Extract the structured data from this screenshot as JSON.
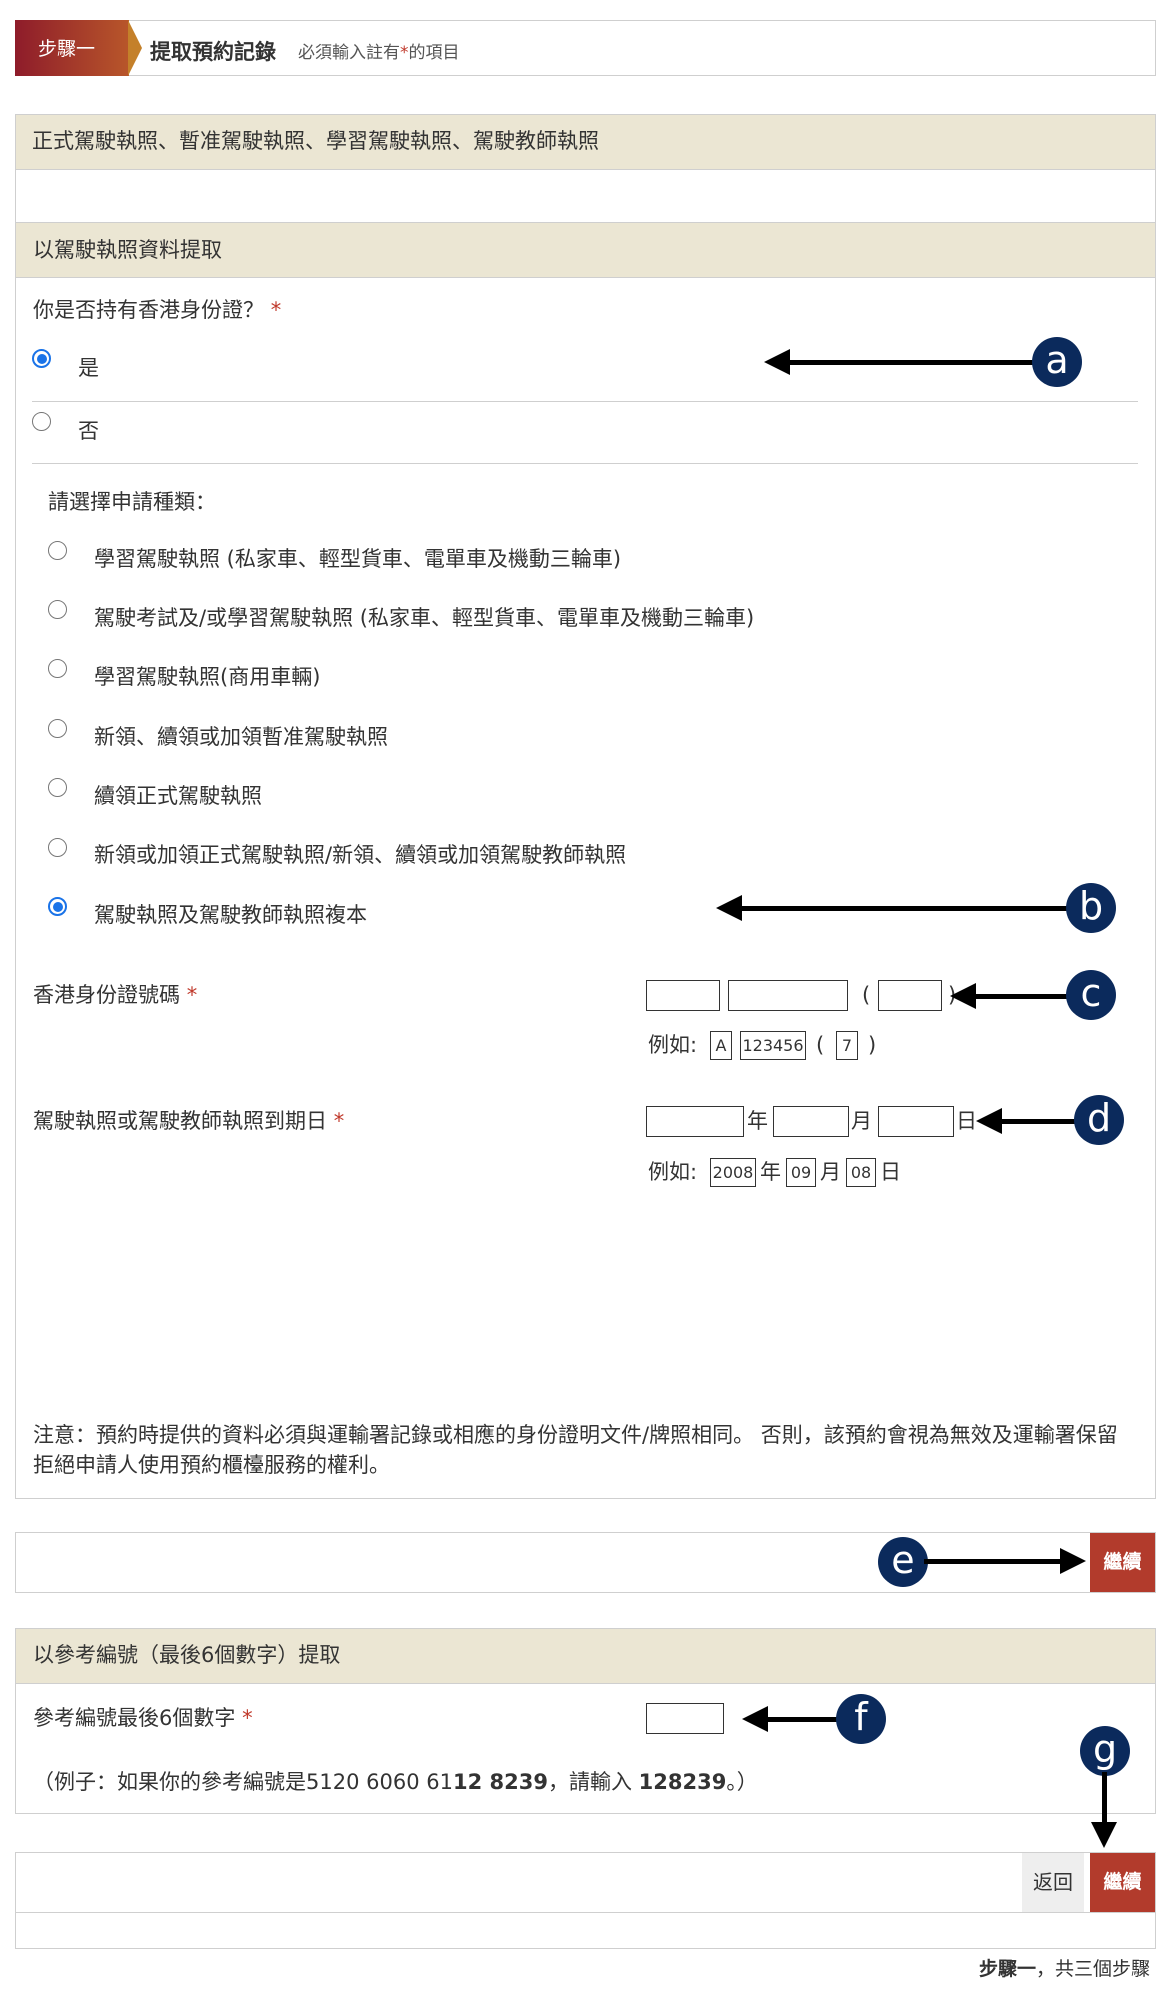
{
  "step_header": {
    "badge": "步驟一",
    "title": "提取預約記錄",
    "note_prefix": "必須輸入註有",
    "note_star": "*",
    "note_suffix": "的項目"
  },
  "licence_types_banner": "正式駕駛執照、暫准駕駛執照、學習駕駛執照、駕駛教師執照",
  "by_licence": {
    "section_title": "以駕駛執照資料提取",
    "hkid_question": "你是否持有香港身份證？",
    "required_star": "*",
    "hkid_options": [
      "是",
      "否"
    ],
    "hkid_selected": "是",
    "application_type_label": "請選擇申請種類：",
    "application_types": [
      "學習駕駛執照 (私家車、輕型貨車、電單車及機動三輪車)",
      "駕駛考試及/或學習駕駛執照 (私家車、輕型貨車、電單車及機動三輪車)",
      "學習駕駛執照(商用車輛)",
      "新領、續領或加領暫准駕駛執照",
      "續領正式駕駛執照",
      "新領或加領正式駕駛執照/新領、續領或加領駕駛教師執照",
      "駕駛執照及駕駛教師執照複本"
    ],
    "application_type_selected": "駕駛執照及駕駛教師執照複本",
    "hkid_number_label": "香港身份證號碼",
    "hkid_example": {
      "prefix": "例如:",
      "letter": "A",
      "digits": "123456",
      "check": "7",
      "open_paren": "(",
      "close_paren": ")"
    },
    "expiry_label": "駕駛執照或駕駛教師執照到期日",
    "expiry_units": {
      "year": "年",
      "month": "月",
      "day": "日"
    },
    "expiry_example": {
      "prefix": "例如:",
      "year": "2008",
      "month": "09",
      "day": "08"
    },
    "notice": "注意：預約時提供的資料必須與運輸署記錄或相應的身份證明文件/牌照相同。 否則，該預約會視為無效及運輸署保留拒絕申請人使用預約櫃檯服務的權利。",
    "continue_label": "繼續"
  },
  "by_reference": {
    "section_title": "以參考編號（最後6個數字）提取",
    "field_label": "參考編號最後6個數字",
    "example_prefix": "（例子：如果你的參考編號是5120 6060 61",
    "example_bold_ref": "12 8239",
    "example_mid": "，請輸入 ",
    "example_bold_answer": "128239",
    "example_suffix": "。）",
    "back_label": "返回",
    "continue_label": "繼續"
  },
  "footer": {
    "step_bold": "步驟一",
    "step_rest": "，共三個步驟"
  },
  "callouts": [
    "a",
    "b",
    "c",
    "d",
    "e",
    "f",
    "g"
  ],
  "colors": {
    "badge": "#8e1c2a",
    "band": "#ebe6d3",
    "button": "#b23b2c",
    "callout": "#0b2a5c",
    "radio_selected": "#1a73e8"
  }
}
